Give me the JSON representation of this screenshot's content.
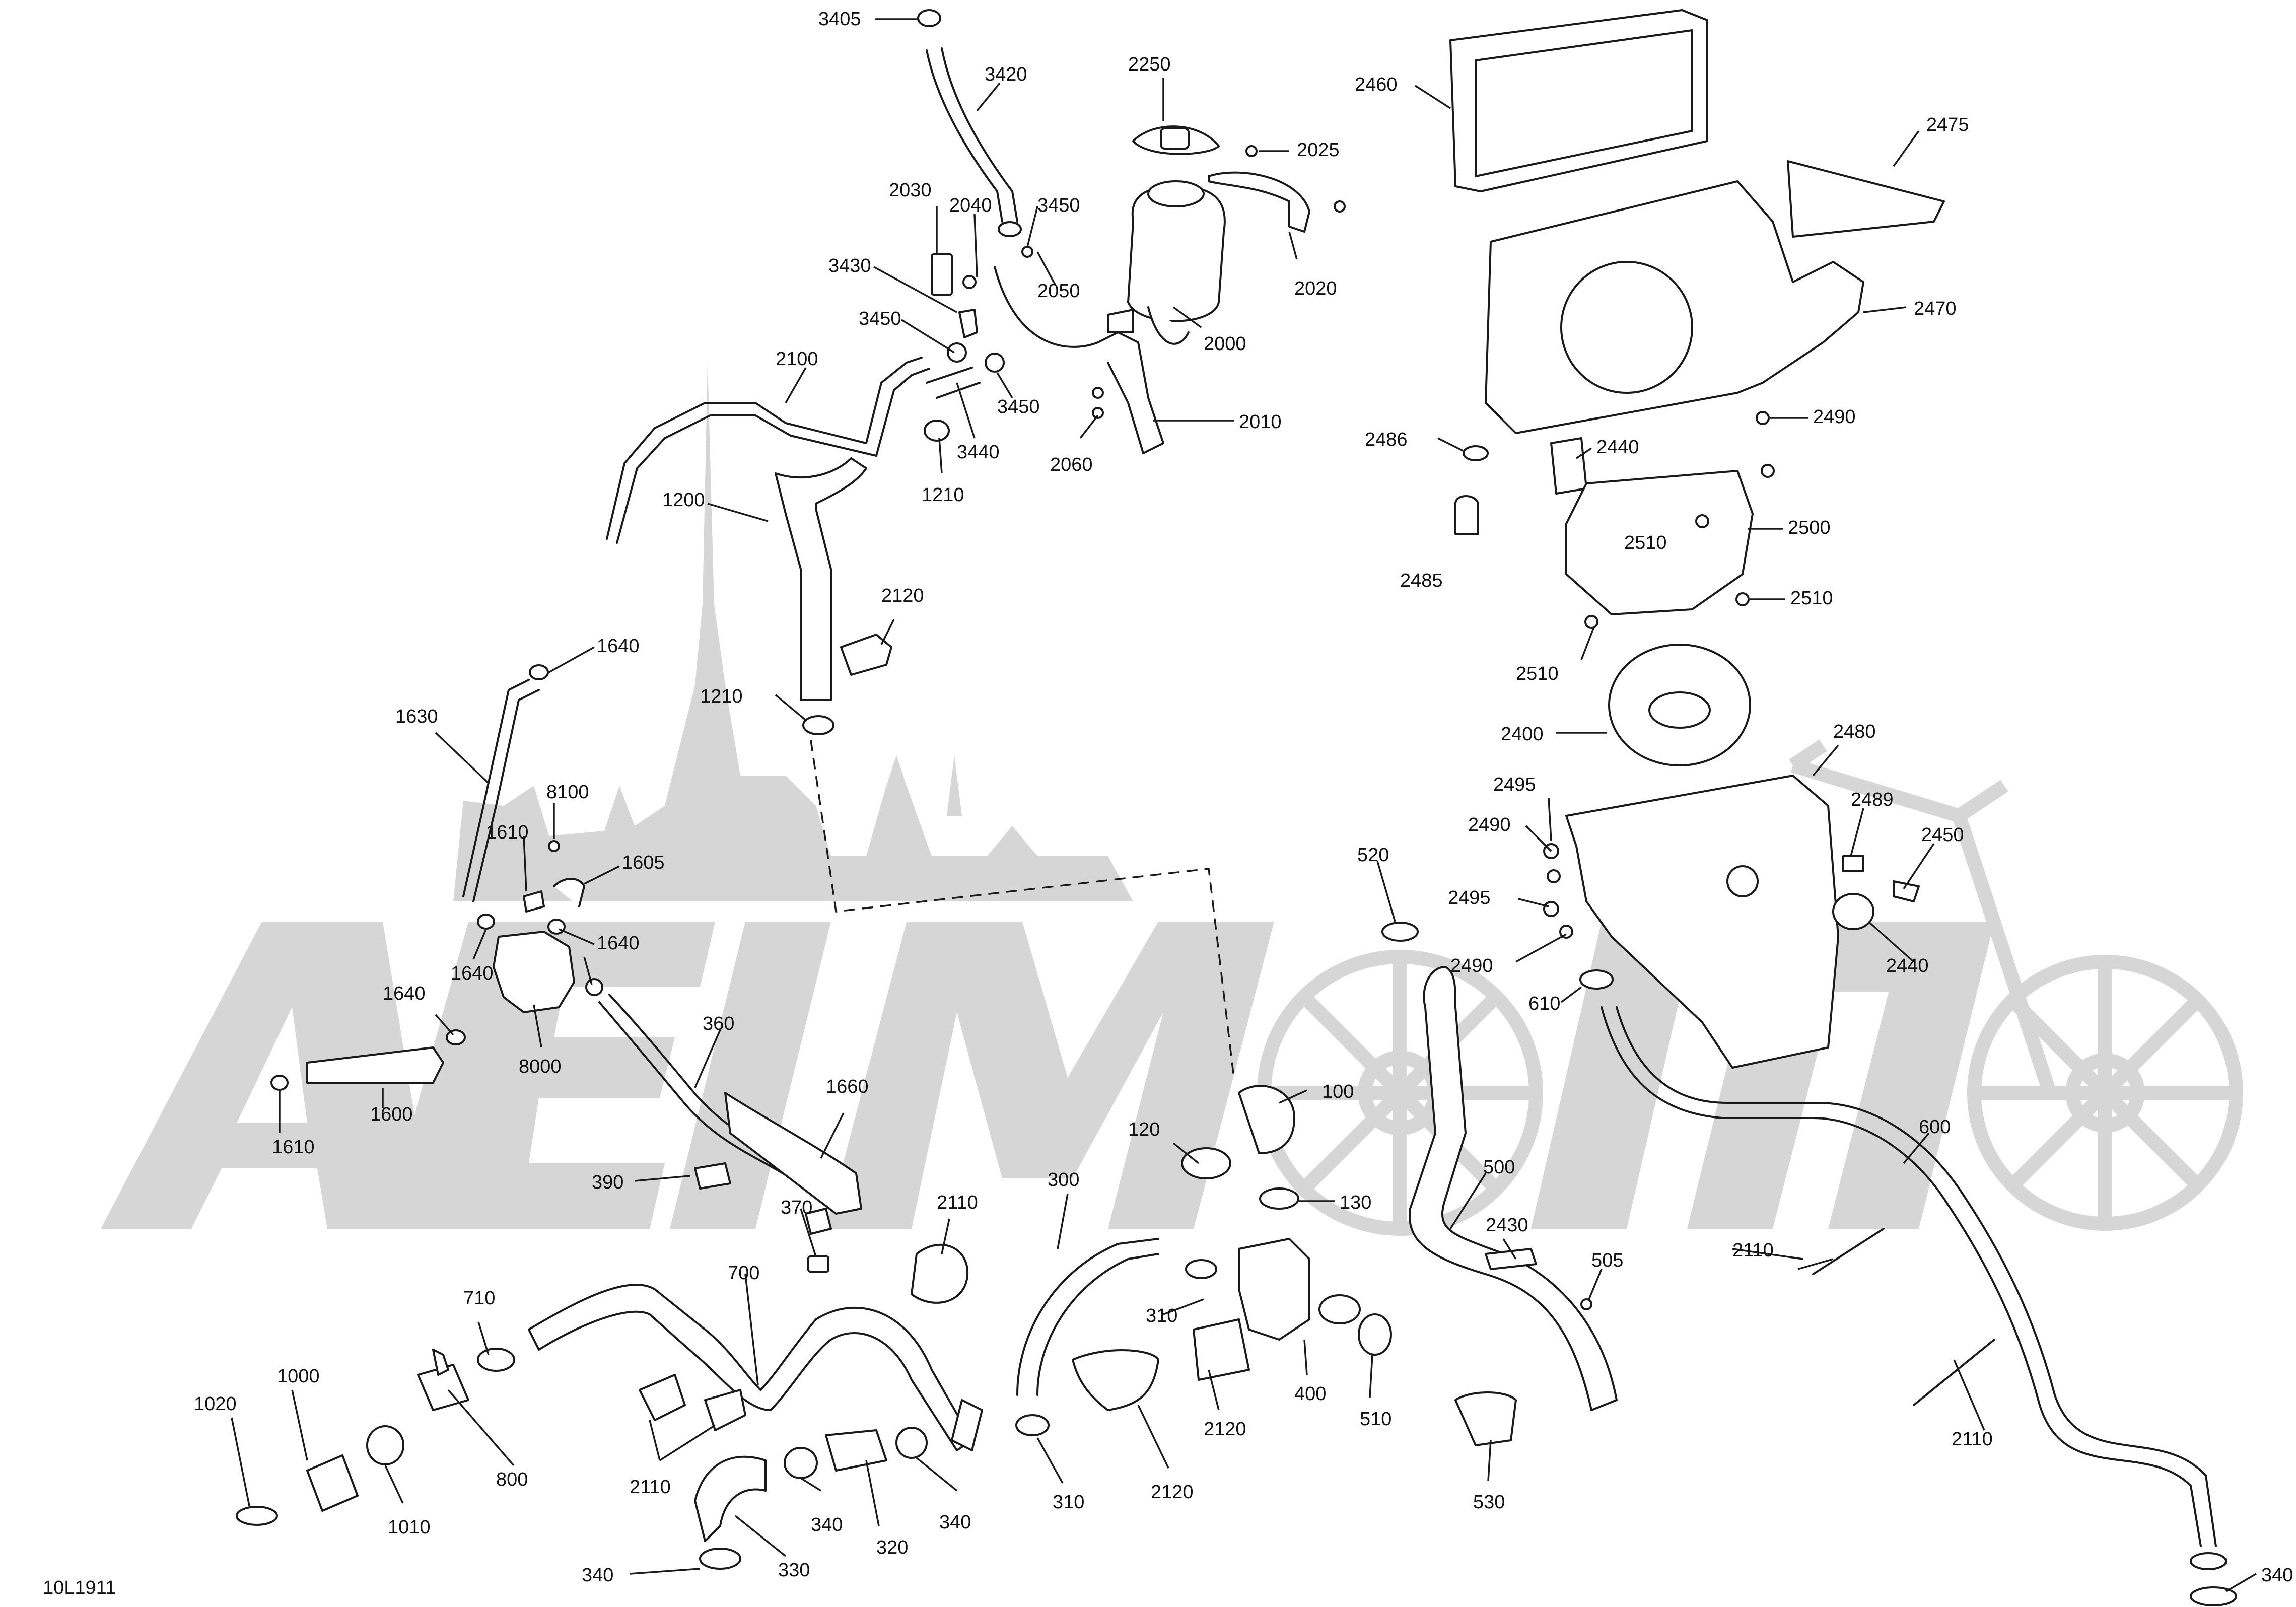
{
  "figure_code": "10L1911",
  "watermark": {
    "text": "AeiMoto",
    "color": "#d6d6d6"
  },
  "callouts": {
    "c3405": "3405",
    "c3420": "3420",
    "c2250": "2250",
    "c2025": "2025",
    "c2460": "2460",
    "c2475": "2475",
    "c2030": "2030",
    "c2040": "2040",
    "c3450a": "3450",
    "c3430": "3430",
    "c2050": "2050",
    "c2020": "2020",
    "c3450b": "3450",
    "c2000": "2000",
    "c3450c": "3450",
    "c2100": "2100",
    "c3440": "3440",
    "c2010": "2010",
    "c2060": "2060",
    "c1210a": "1210",
    "c1200": "1200",
    "c2470": "2470",
    "c2486": "2486",
    "c2440a": "2440",
    "c2490a": "2490",
    "c2500": "2500",
    "c2510a": "2510",
    "c2485": "2485",
    "c2510b": "2510",
    "c2510c": "2510",
    "c2120a": "2120",
    "c1640a": "1640",
    "c1210b": "1210",
    "c1630": "1630",
    "c2400": "2400",
    "c2480": "2480",
    "c8100": "8100",
    "c2495a": "2495",
    "c2489": "2489",
    "c1610a": "1610",
    "c1605": "1605",
    "c520": "520",
    "c2490b": "2490",
    "c2450": "2450",
    "c1640b": "1640",
    "c2495b": "2495",
    "c1640c": "1640",
    "c1640d": "1640",
    "c2490c": "2490",
    "c2440b": "2440",
    "c610": "610",
    "c8000": "8000",
    "c360": "360",
    "c1600": "1600",
    "c1660": "1660",
    "c1610b": "1610",
    "c100": "100",
    "c600": "600",
    "c120": "120",
    "c500": "500",
    "c390": "390",
    "c300": "300",
    "c130": "130",
    "c370": "370",
    "c2110a": "2110",
    "c2430": "2430",
    "c2110b": "2110",
    "c505": "505",
    "c700": "700",
    "c710": "710",
    "c310a": "310",
    "c1000": "1000",
    "c1020": "1020",
    "c400": "400",
    "c510": "510",
    "c2120b": "2120",
    "c2110c": "2110",
    "c2110d": "2110",
    "c800": "800",
    "c340a": "340",
    "c340b": "340",
    "c1010": "1010",
    "c320": "320",
    "c310b": "310",
    "c2120c": "2120",
    "c530": "530",
    "c340c": "340",
    "c330": "330",
    "c340d": "340"
  }
}
